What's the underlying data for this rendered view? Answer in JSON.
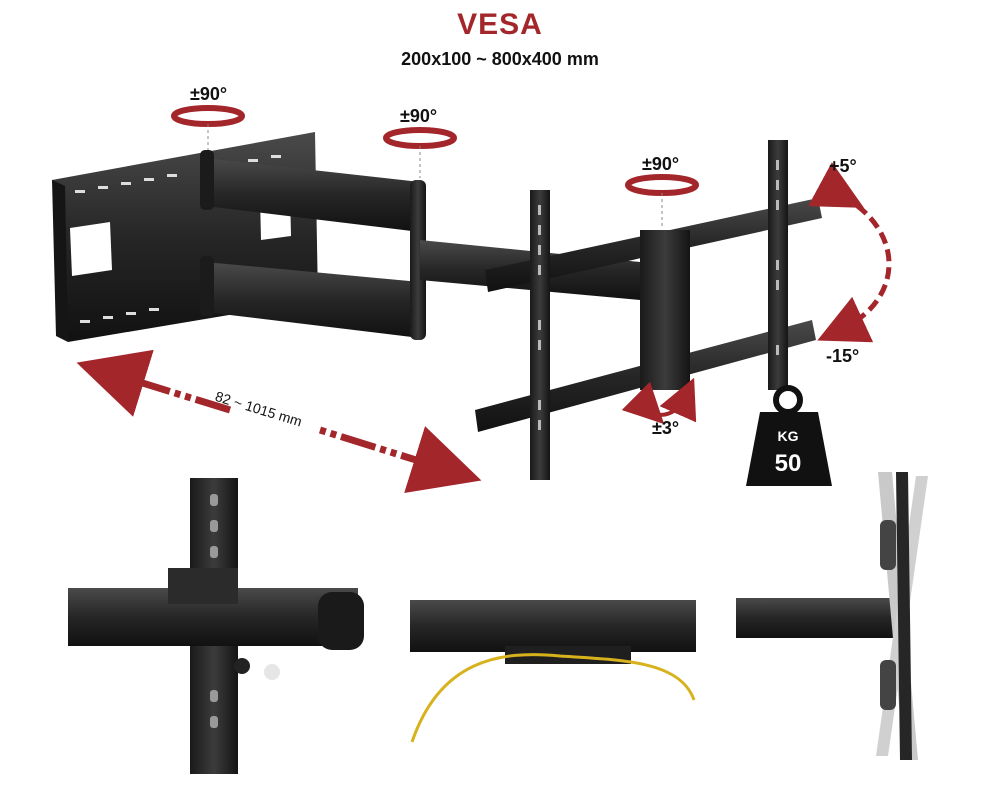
{
  "header": {
    "title": "VESA",
    "vesa_range": "200x100 ~ 800x400 mm"
  },
  "rotation_labels": {
    "wall_joint": "±90°",
    "arm_joint": "±90°",
    "head_joint": "±90°"
  },
  "tilt": {
    "up": "+5°",
    "down": "-15°"
  },
  "level_adjust": "±3°",
  "extension_range": "82 ~ 1015 mm",
  "weight": {
    "unit": "KG",
    "value": "50"
  },
  "colors": {
    "accent": "#a3262b",
    "metal": "#2a2a2a",
    "cable": "#d8b21c"
  }
}
